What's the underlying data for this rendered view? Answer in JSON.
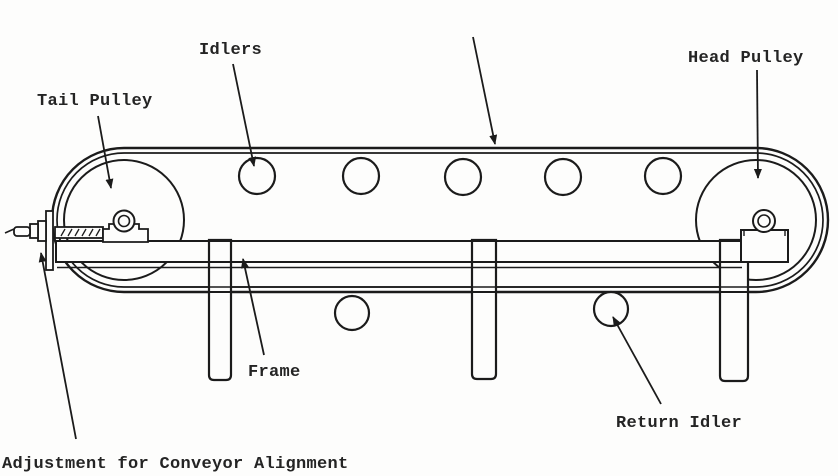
{
  "page": {
    "background": "#fdfdfc",
    "ink_color": "#1b1b1b",
    "text_color": "#242424"
  },
  "labels": {
    "idlers": "Idlers",
    "head_pulley": "Head Pulley",
    "tail_pulley": "Tail Pulley",
    "frame": "Frame",
    "return_idler": "Return Idler",
    "adjustment": "Adjustment for Conveyor Alignment"
  },
  "diagram": {
    "type": "technical line drawing (scanned, typewriter annotations)",
    "subject": "belt conveyor side elevation",
    "top_idler_count": 5,
    "return_idler_count": 2,
    "pulleys": [
      "tail pulley (left, with take-up screw)",
      "head pulley (right)"
    ],
    "note": "one leader arrow enters from the top edge pointing at the belt; its label is cropped out of frame"
  }
}
